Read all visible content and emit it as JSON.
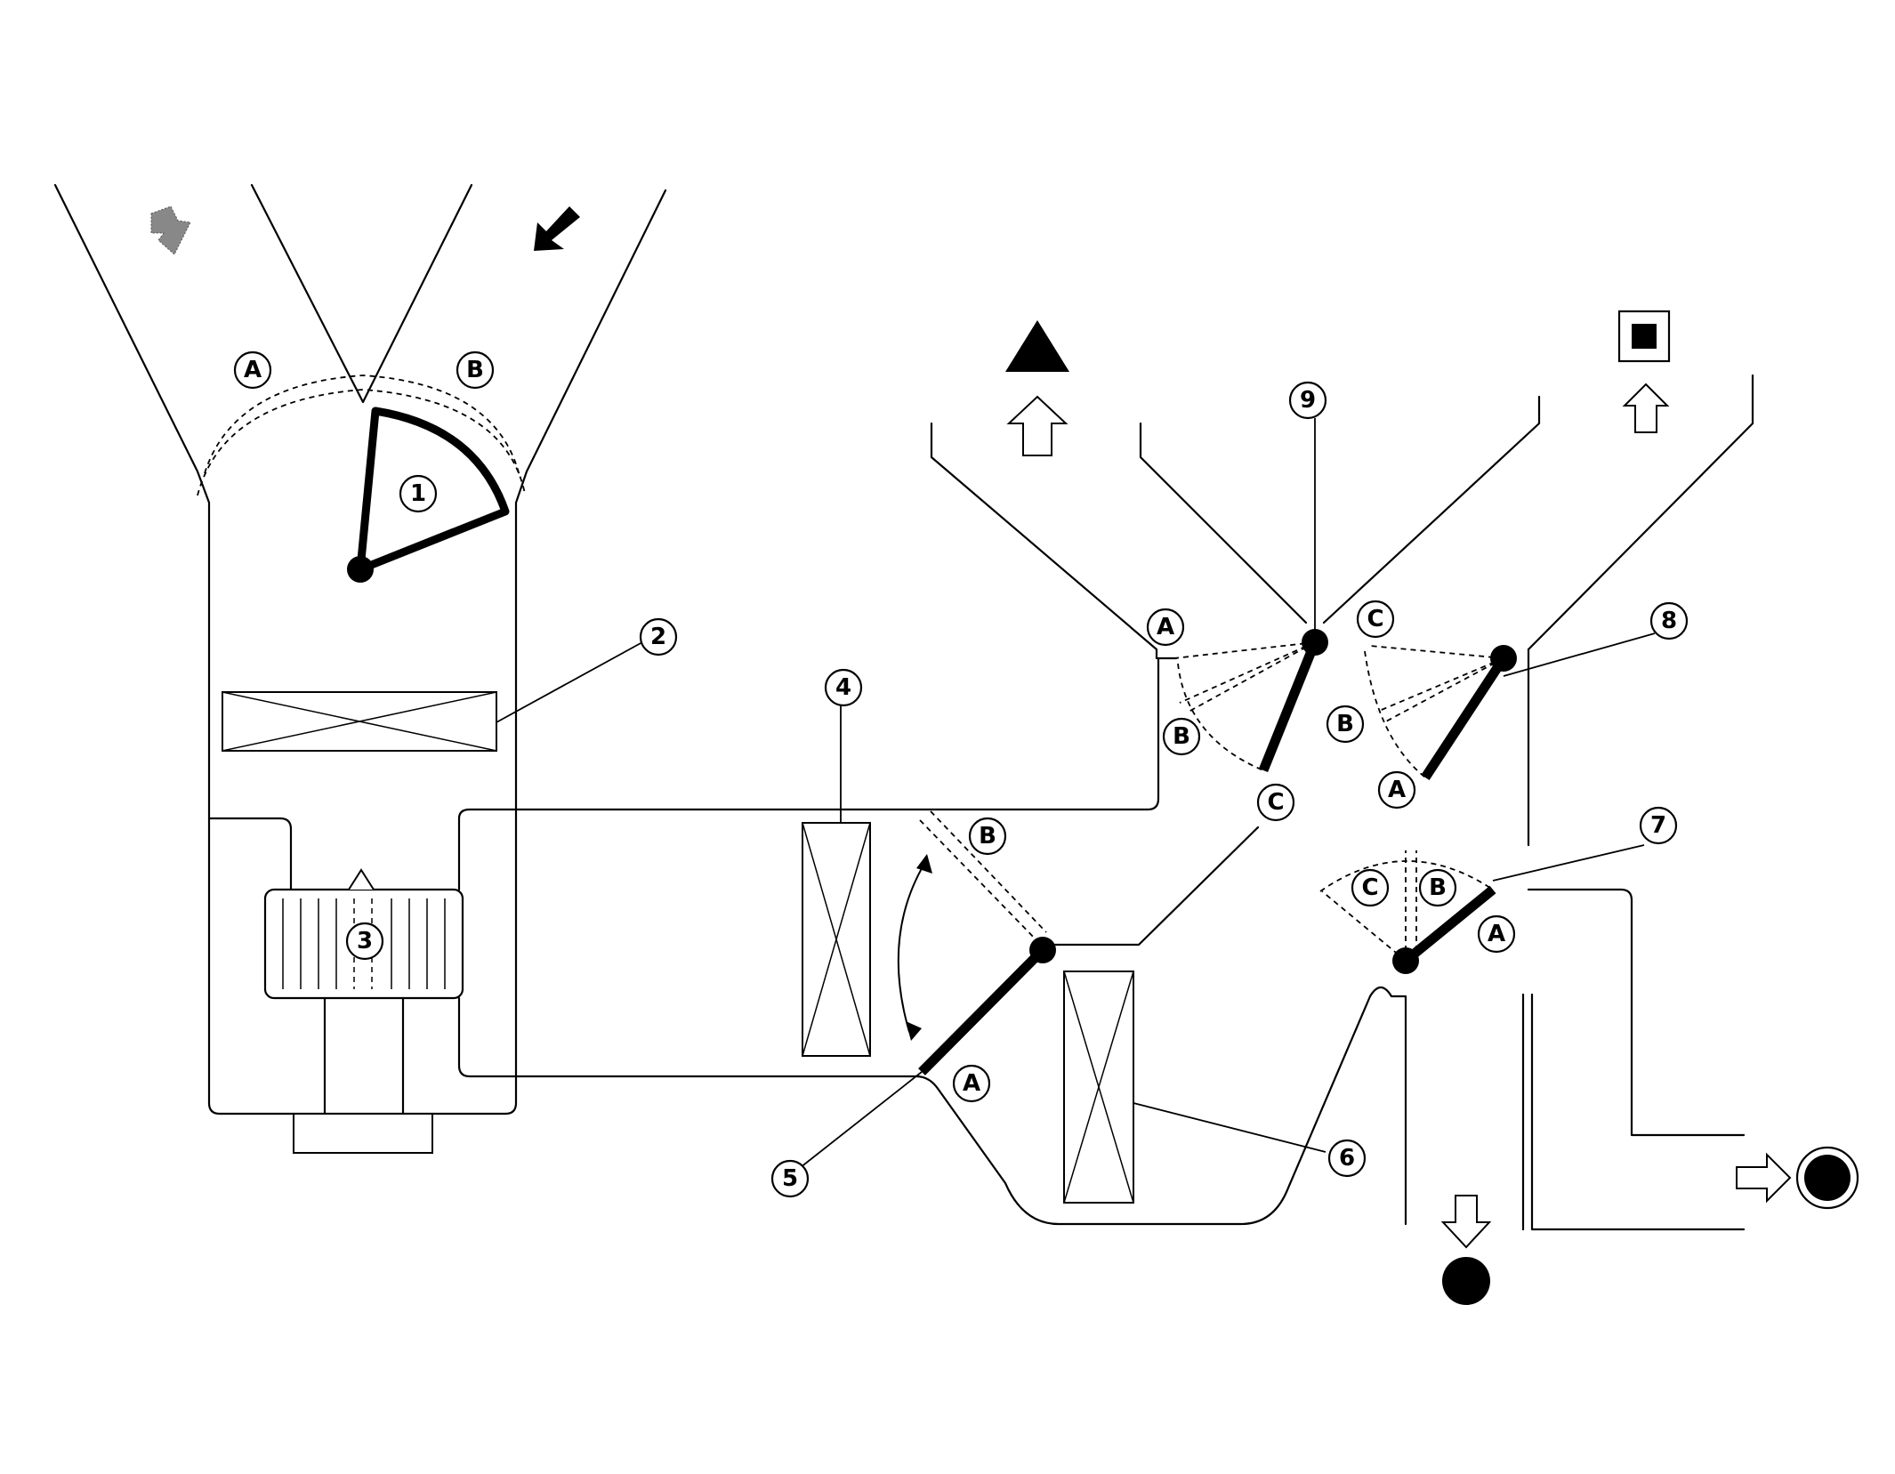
{
  "diagram": {
    "numbers": [
      "1",
      "2",
      "3",
      "4",
      "5",
      "6",
      "7",
      "8",
      "9"
    ],
    "positions": {
      "a": "A",
      "b": "B",
      "c": "C"
    },
    "icons": {
      "fresh_air": "dotted-air-arrow-icon",
      "recirc_air": "solid-air-arrow-icon",
      "defrost": "triangle-icon",
      "vent": "square-icon",
      "foot": "circle-icon",
      "rear_foot": "ringed-circle-icon",
      "flow": "hollow-arrow-icon"
    }
  }
}
